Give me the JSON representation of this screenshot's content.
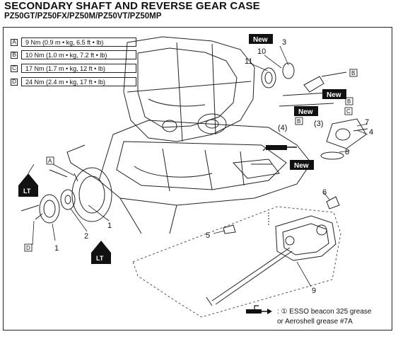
{
  "title": "SECONDARY SHAFT AND REVERSE GEAR CASE",
  "subtitle": "PZ50GT/PZ50FX/PZ50M/PZ50VT/PZ50MP",
  "torque_specs": [
    {
      "key": "A",
      "value": "9 Nm (0.9 m • kg, 6.5 ft • lb)"
    },
    {
      "key": "B",
      "value": "10 Nm (1.0 m • kg, 7.2 ft • lb)"
    },
    {
      "key": "C",
      "value": "17 Nm (1.7 m • kg, 12 ft • lb)"
    },
    {
      "key": "D",
      "value": "24 Nm (2.4 m • kg, 17 ft • lb)"
    }
  ],
  "callouts": {
    "n1a": "1",
    "n1b": "1",
    "n2": "2",
    "n3": "3",
    "n4": "4",
    "n4p": "(4)",
    "n3p": "(3)",
    "n5": "5",
    "n6": "6",
    "n7": "7",
    "n8": "8",
    "n9": "9",
    "n10": "10",
    "n11": "11"
  },
  "key_labels": {
    "a": "A",
    "b1": "B",
    "b2": "B",
    "b3": "B",
    "c": "C",
    "d": "D"
  },
  "new_tag": "New",
  "lt_tag": "LT",
  "note": {
    "line1": ": ① ESSO beacon 325 grease",
    "line2": "or Aeroshell grease #7A"
  }
}
